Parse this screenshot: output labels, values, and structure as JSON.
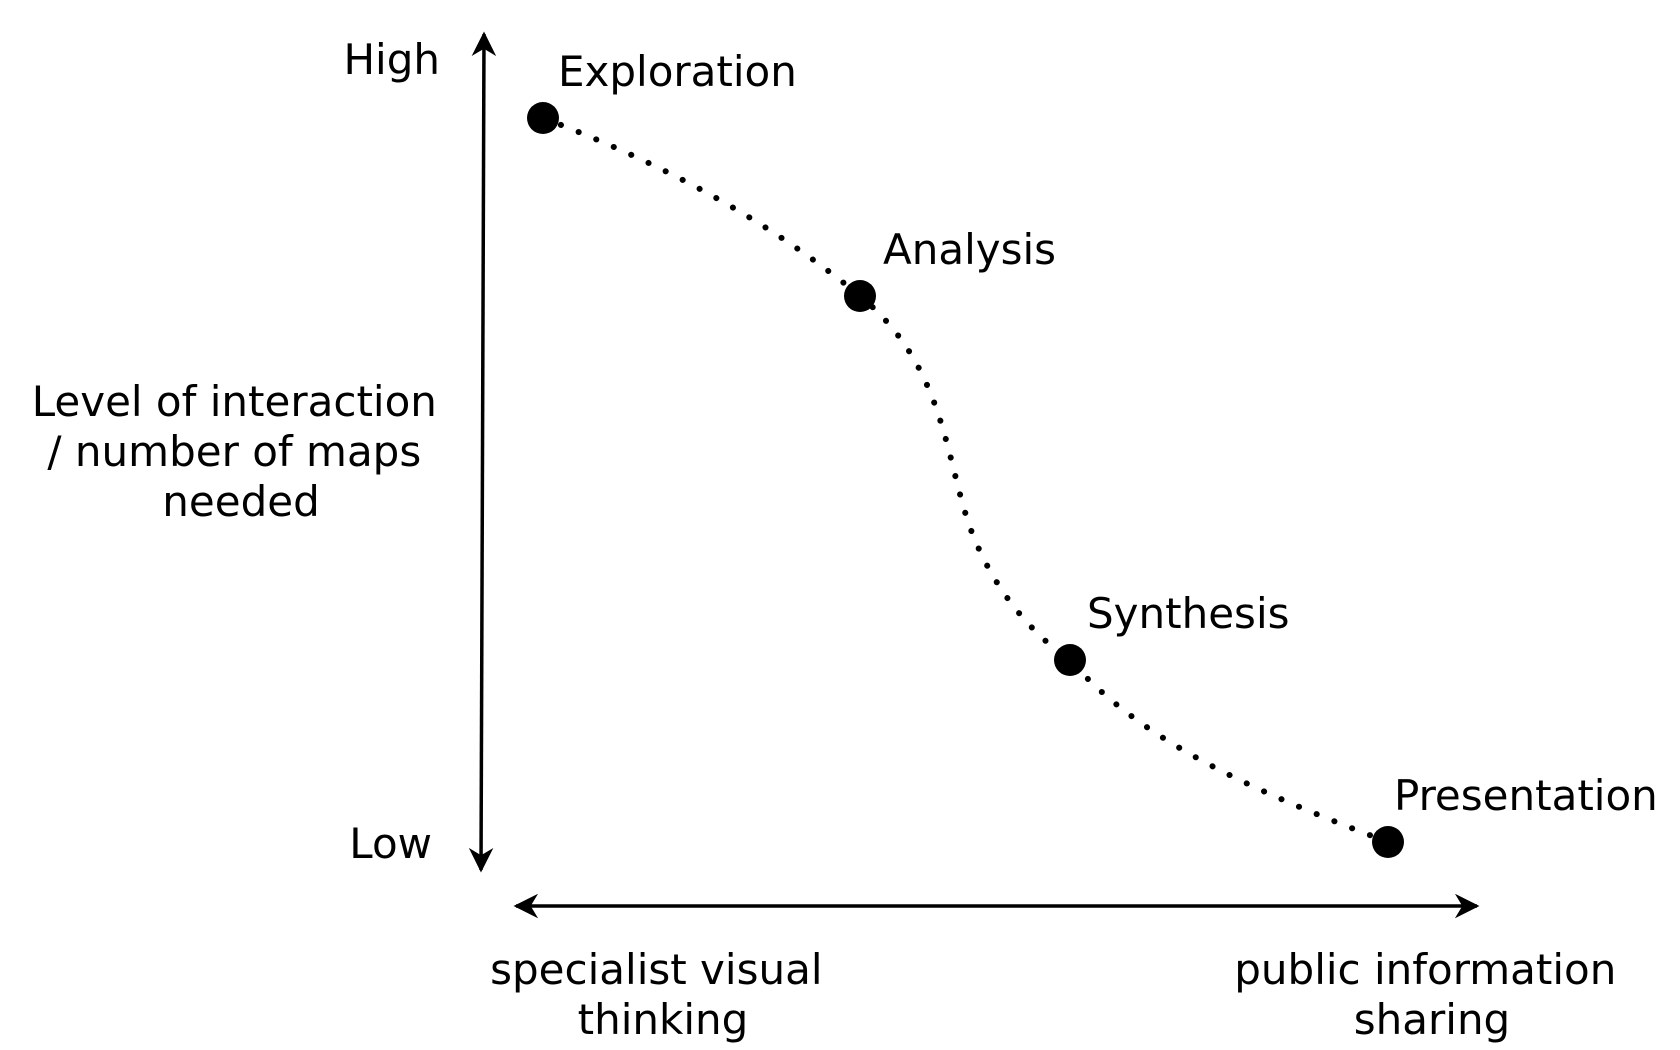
{
  "y_axis": {
    "high_label": "High",
    "low_label": "Low",
    "title_lines": [
      "Level of interaction",
      "/ number of maps",
      "needed"
    ]
  },
  "x_axis": {
    "left_label_lines": [
      "specialist visual",
      "thinking"
    ],
    "right_label_lines": [
      "public information",
      "sharing"
    ]
  },
  "stages": [
    {
      "label": "Exploration",
      "interaction_level": 0.93
    },
    {
      "label": "Analysis",
      "interaction_level": 0.7
    },
    {
      "label": "Synthesis",
      "interaction_level": 0.24
    },
    {
      "label": "Presentation",
      "interaction_level": 0.01
    }
  ],
  "style": {
    "ink_color": "#000000",
    "background_color": "#ffffff"
  }
}
